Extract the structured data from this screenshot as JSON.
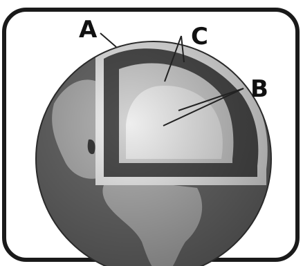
{
  "labels": {
    "a": "A",
    "b": "B",
    "c": "C"
  },
  "colors": {
    "frame_stroke": "#1a1a1a",
    "background": "#ffffff",
    "ocean": "#6d6d6d",
    "land": "#b5b5b5",
    "crust_band": "#f2f2f2",
    "mantle": "#4f4f4f",
    "outer_core": "#d4d4d4",
    "inner_core": "#eeeeee",
    "pointer_line": "#222222"
  },
  "icons": [
    "earth-cutaway-illustration"
  ]
}
